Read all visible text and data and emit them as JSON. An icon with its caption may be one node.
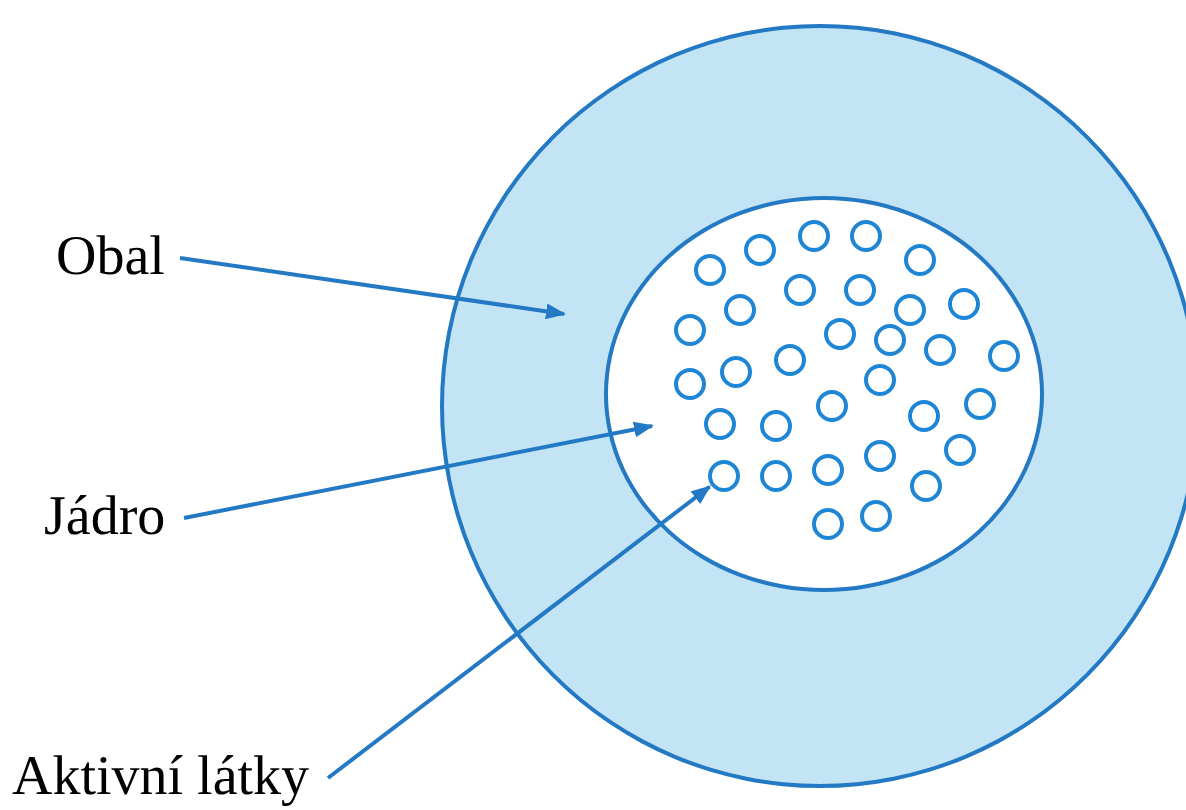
{
  "diagram": {
    "nodes": [
      {
        "text": [
          "Obal"
        ]
      },
      {
        "text": [
          "Jádro"
        ]
      },
      {
        "text": [
          "Aktivní látky"
        ]
      },
      {
        "text": [],
        "shape": "circle"
      },
      {
        "text": [],
        "shape": "circle",
        "in": 3
      },
      {
        "text": [],
        "shape": "circle",
        "in": 4
      }
    ],
    "edges": [
      {
        "from": 0,
        "to": 3,
        "arrow": "to"
      },
      {
        "from": 1,
        "to": 4,
        "arrow": "to"
      },
      {
        "from": 2,
        "to": 5,
        "arrow": "to"
      }
    ]
  }
}
